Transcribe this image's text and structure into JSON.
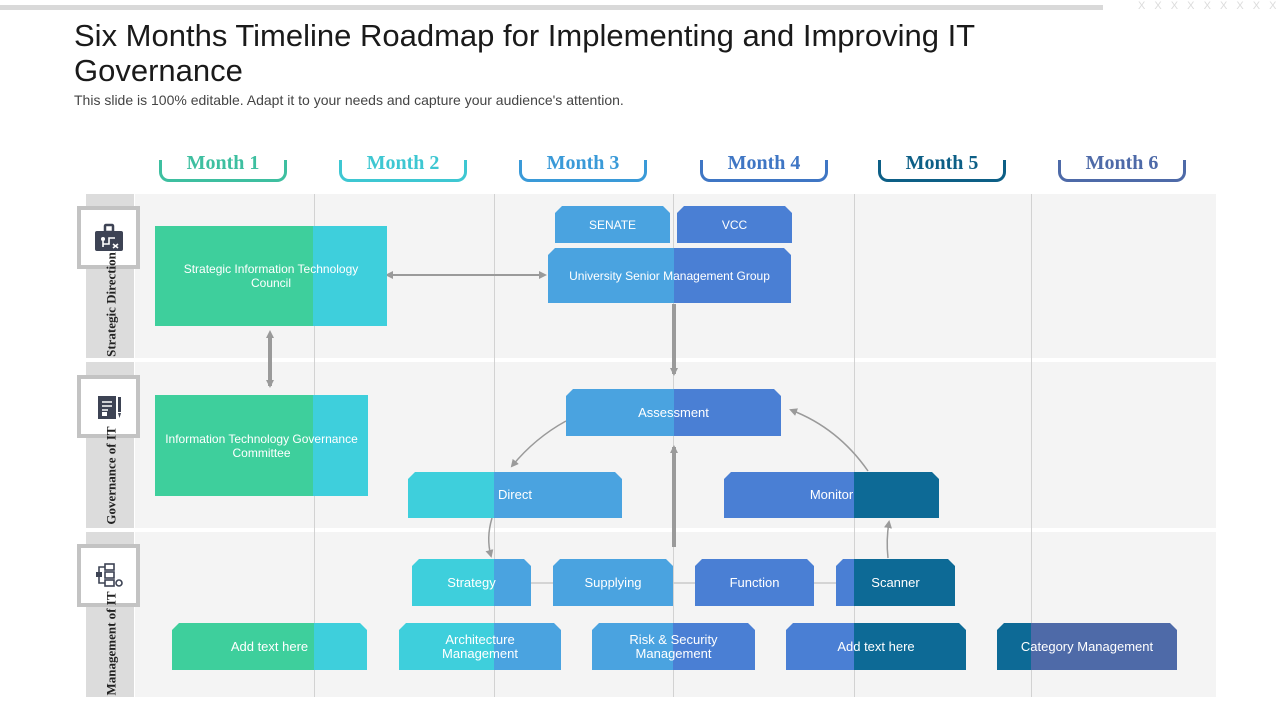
{
  "title": "Six Months Timeline Roadmap for Implementing and Improving IT Governance",
  "subtitle": "This slide is 100% editable. Adapt it to your needs and capture your audience's attention.",
  "corner_marks": "X X X X X X X X X",
  "colors": {
    "green": "#3ecf9c",
    "cyan": "#3ecfdc",
    "light_blue": "#4aa3e0",
    "blue": "#4a7fd4",
    "dark_blue": "#0d6a96",
    "slate": "#4e6aa8"
  },
  "months": [
    {
      "label": "Month 1",
      "color": "#3ebfa0"
    },
    {
      "label": "Month 2",
      "color": "#3ec7d2"
    },
    {
      "label": "Month 3",
      "color": "#3a9ad8"
    },
    {
      "label": "Month 4",
      "color": "#3f76c4"
    },
    {
      "label": "Month 5",
      "color": "#0d5f86"
    },
    {
      "label": "Month 6",
      "color": "#4e6aa8"
    }
  ],
  "rows": [
    {
      "label": "Strategic Direction",
      "icon": "org-chart-icon"
    },
    {
      "label": "Governance of IT",
      "icon": "document-checklist-icon"
    },
    {
      "label": "Management of IT",
      "icon": "server-network-icon"
    }
  ],
  "boxes": {
    "sitc": "Strategic Information Technology Council",
    "senate": "SENATE",
    "vcc": "VCC",
    "usmg": "University Senior Management Group",
    "itgc": "Information Technology Governance Committee",
    "assessment": "Assessment",
    "direct": "Direct",
    "monitor": "Monitor",
    "strategy": "Strategy",
    "supplying": "Supplying",
    "function": "Function",
    "scanner": "Scanner",
    "add_text_1": "Add text here",
    "architecture": "Architecture Management",
    "risk_security": "Risk & Security Management",
    "add_text_2": "Add text here",
    "category": "Category Management"
  }
}
